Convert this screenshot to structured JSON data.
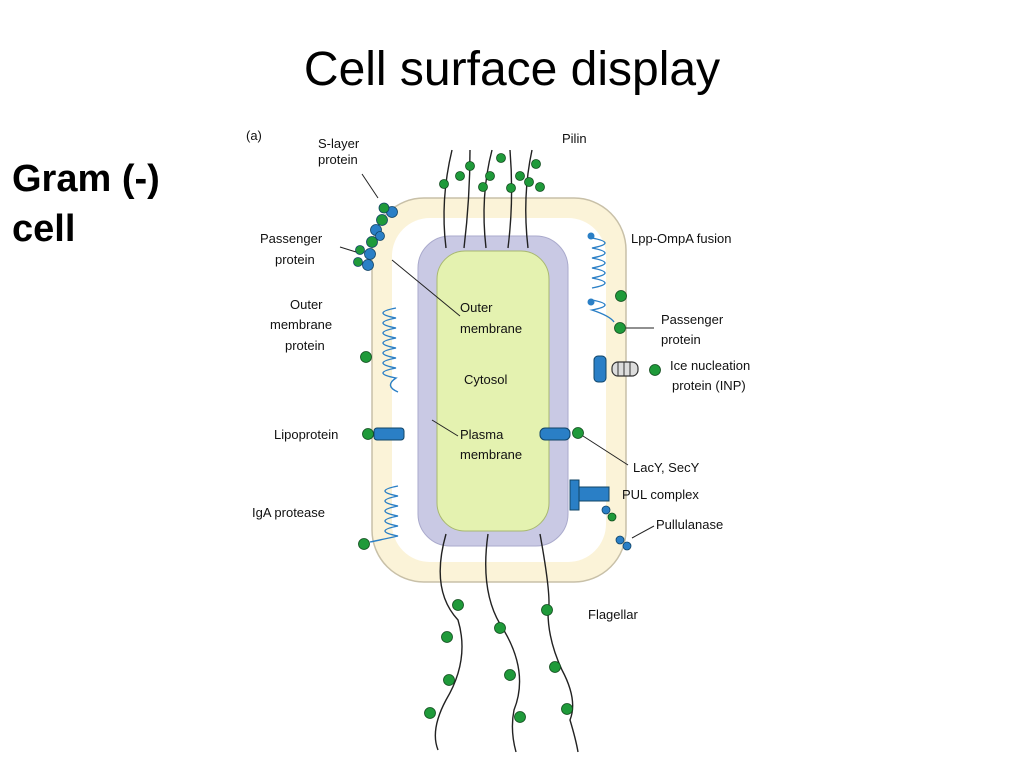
{
  "slide": {
    "title": "Cell surface display",
    "side_title_line1": "Gram (-)",
    "side_title_line2": "cell"
  },
  "diagram": {
    "panel_label": "(a)",
    "labels": {
      "s_layer_1": "S-layer",
      "s_layer_2": "protein",
      "pilin": "Pilin",
      "passenger_left_1": "Passenger",
      "passenger_left_2": "protein",
      "lpp_ompa": "Lpp-OmpA fusion",
      "outer_membrane_protein_1": "Outer",
      "outer_membrane_protein_2": "membrane",
      "outer_membrane_protein_3": "protein",
      "outer_membrane_1": "Outer",
      "outer_membrane_2": "membrane",
      "passenger_right_1": "Passenger",
      "passenger_right_2": "protein",
      "cytosol": "Cytosol",
      "inp_1": "Ice nucleation",
      "inp_2": "protein (INP)",
      "lipoprotein": "Lipoprotein",
      "plasma_membrane_1": "Plasma",
      "plasma_membrane_2": "membrane",
      "lacy_secy": "LacY, SecY",
      "pul_complex": "PUL complex",
      "iga_protease": "IgA protease",
      "pullulanase": "Pullulanase",
      "flagellar": "Flagellar"
    },
    "colors": {
      "outer_membrane": "#fbf3d8",
      "periplasm": "#ffffff",
      "plasma_membrane": "#c9c9e4",
      "cytosol": "#e4f2b0",
      "protein_blue": "#2a7fc6",
      "passenger_green": "#1f9a3a",
      "outline": "#333333"
    }
  }
}
